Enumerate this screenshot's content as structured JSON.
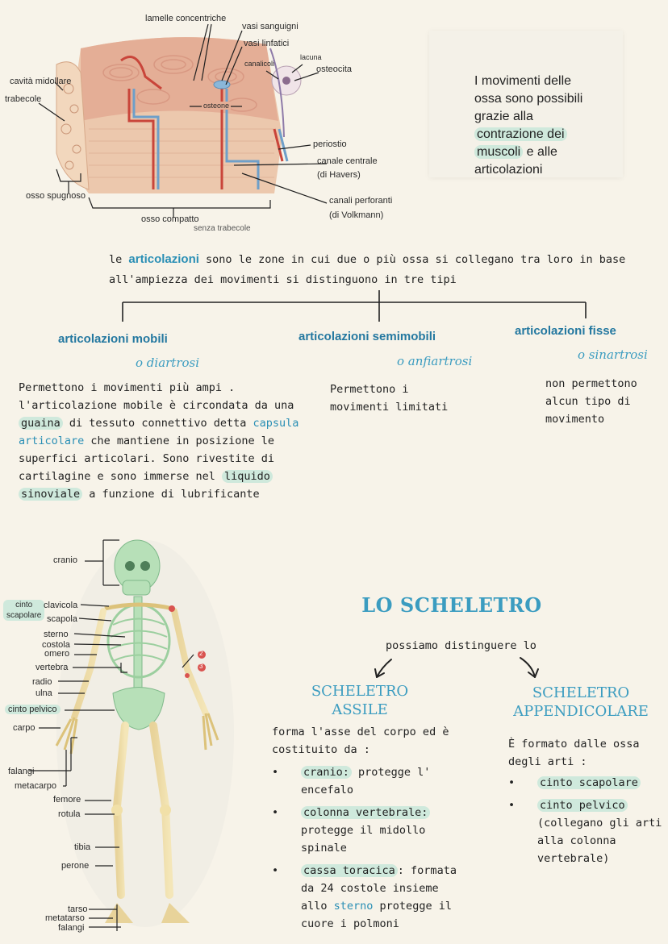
{
  "bone_diagram": {
    "labels": {
      "lamelle": "lamelle concentriche",
      "vasi_sanguigni": "vasi sanguigni",
      "vasi_linfatici": "vasi linfatici",
      "lacuna": "lacuna",
      "canalicoli": "canalicoli",
      "osteocita": "osteocita",
      "cavita": "cavità midollare",
      "trabecole": "trabecole",
      "osteone": "osteone",
      "periostio": "periostio",
      "canale_centrale": "canale centrale",
      "di_havers": "(di Havers)",
      "canali_perforanti": "canali perforanti",
      "di_volkmann": "(di Volkmann)",
      "osso_spugnoso": "osso spugnoso",
      "osso_compatto": "osso compatto",
      "senza_trabecole": "senza trabecole"
    }
  },
  "note": {
    "line1": "I movimenti delle",
    "line2": "ossa sono possibili",
    "line3": "grazie alla",
    "hl1": "contrazione dei",
    "hl2": "muscoli",
    "line5_rest": " e alle",
    "line6": "articolazioni"
  },
  "intro": {
    "before": "le ",
    "keyword": "articolazioni",
    "after": " sono le zone in cui due o più ossa si collegano tra loro in base",
    "line2": "all'ampiezza dei movimenti si distinguono in tre tipi"
  },
  "joints": {
    "mobili": {
      "title": "articolazioni mobili",
      "sub": "o diartrosi",
      "l1": "Permettono i movimenti più ampi .",
      "l2": "l'articolazione  mobile è circondata da una",
      "l3_hl": "guaina",
      "l3_rest": " di tessuto connettivo detta ",
      "l3_teal": "capsula",
      "l4_teal": "articolare",
      "l4_rest": " che mantiene in posizione le",
      "l5": "superfici articolari. Sono rivestite di",
      "l6_a": "cartilagine e sono immerse nel ",
      "l6_hl": "liquido",
      "l7_hl": "sinoviale",
      "l7_rest": " a funzione di lubrificante"
    },
    "semimobili": {
      "title": "articolazioni semimobili",
      "sub": "o anfiartrosi",
      "l1": "Permettono i",
      "l2": "movimenti limitati"
    },
    "fisse": {
      "title": "articolazioni fisse",
      "sub": "o sinartrosi",
      "l1": "non permettono",
      "l2": "alcun tipo di",
      "l3": "movimento"
    }
  },
  "skeleton_labels": {
    "cranio": "cranio",
    "cinto_scapolare_a": "cinto",
    "cinto_scapolare_b": "scapolare",
    "clavicola": "clavicola",
    "scapola": "scapola",
    "sterno": "sterno",
    "costola": "costola",
    "omero": "omero",
    "vertebra": "vertebra",
    "radio": "radio",
    "ulna": "ulna",
    "cinto_pelvico": "cinto pelvico",
    "carpo": "carpo",
    "falangi": "falangi",
    "metacarpo": "metacarpo",
    "femore": "femore",
    "rotula": "rotula",
    "tibia": "tibia",
    "perone": "perone",
    "tarso": "tarso",
    "metatarso": "metatarso",
    "falangi2": "falangi",
    "num2": "2",
    "num3": "3"
  },
  "scheletro": {
    "title": "LO SCHELETRO",
    "possiamo": "possiamo distinguere lo",
    "assile": {
      "t1": "SCHELETRO",
      "t2": "ASSILE",
      "d1": "forma l'asse del corpo ed è",
      "d2": "costituito da :",
      "b1_hl": "cranio:",
      "b1_rest": " protegge l'",
      "b1_l2": "encefalo",
      "b2_hl": "colonna vertebrale:",
      "b2_l2": "protegge il midollo",
      "b2_l3": "spinale",
      "b3_hl": "cassa toracica",
      "b3_rest": ": formata",
      "b3_l2": "da 24 costole insieme",
      "b3_l3a": "allo ",
      "b3_l3_teal": "sterno",
      "b3_l3b": " protegge il",
      "b3_l4": "cuore i polmoni"
    },
    "appendicolare": {
      "t1": "SCHELETRO",
      "t2": "APPENDICOLARE",
      "d1": "È formato  dalle ossa",
      "d2": "degli arti :",
      "b1": "cinto scapolare",
      "b2": "cinto pelvico",
      "p1": "(collegano gli arti",
      "p2": "alla colonna",
      "p3": "vertebrale)"
    }
  }
}
